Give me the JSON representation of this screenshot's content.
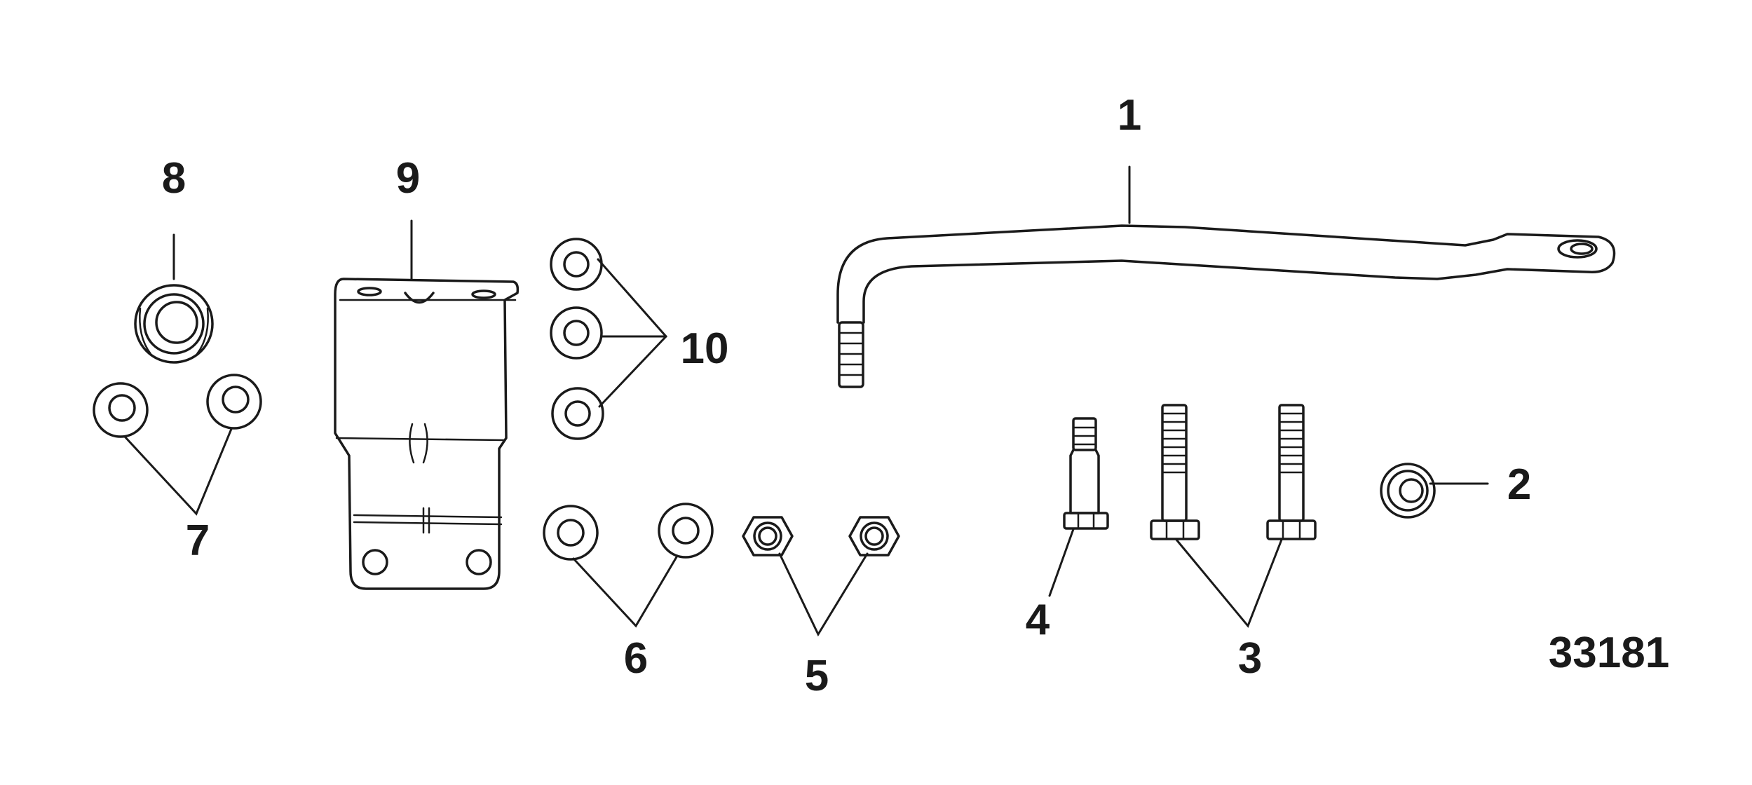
{
  "callouts": {
    "c1": "1",
    "c2": "2",
    "c3": "3",
    "c4": "4",
    "c5": "5",
    "c6": "6",
    "c7": "7",
    "c8": "8",
    "c9": "9",
    "c10": "10"
  },
  "figure_id": "33181"
}
